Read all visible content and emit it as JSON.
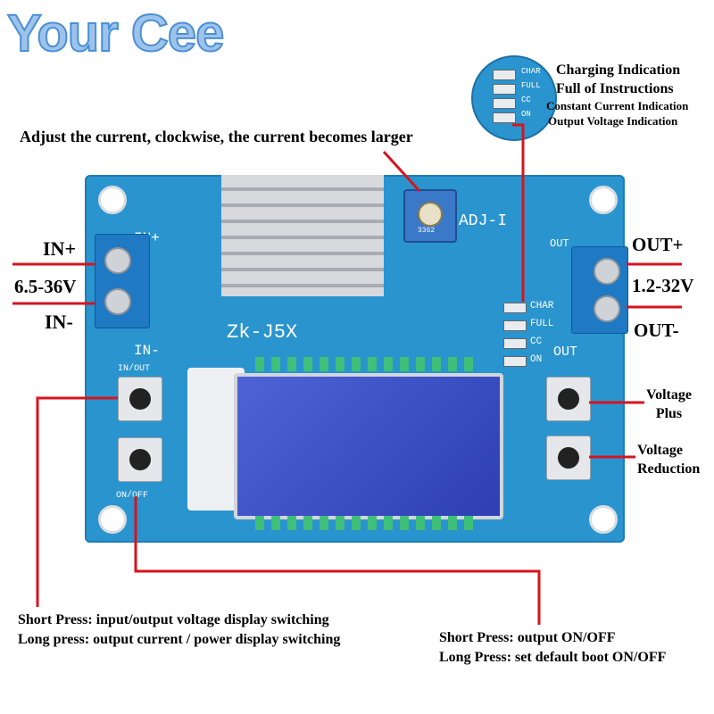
{
  "brand": {
    "logo": "Your Cee"
  },
  "top_labels": {
    "adjust_current": "Adjust the current, clockwise, the current becomes larger",
    "charging_indication": "Charging Indication",
    "full_of_instructions": "Full of Instructions",
    "constant_current_indication": "Constant Current Indication",
    "output_voltage_indication": "Output Voltage Indication"
  },
  "left_labels": {
    "in_plus": "IN+",
    "in_range": "6.5-36V",
    "in_minus": "IN-"
  },
  "right_labels": {
    "out_plus": "OUT+",
    "out_range": "1.2-32V",
    "out_minus": "OUT-",
    "voltage_plus": "Voltage\nPlus",
    "voltage_reduction": "Voltage\nReduction"
  },
  "board_silkscreen": {
    "in_plus": "IN+",
    "in_minus": "IN-",
    "model": "Zk-J5X",
    "adj": "ADJ-I",
    "out": "OUT",
    "out2": "OUT",
    "in_out": "IN/OUT",
    "on_off": "ON/OFF",
    "pot_code": "3362",
    "leds": [
      "CHAR",
      "FULL",
      "CC",
      "ON"
    ],
    "zoom_leds": [
      "CHAR",
      "FULL",
      "CC",
      "ON"
    ]
  },
  "bottom_labels": {
    "left_line1": "Short Press: input/output voltage display switching",
    "left_line2": "Long press: output current / power display switching",
    "right_line1": "Short Press: output ON/OFF",
    "right_line2": "Long Press: set default boot ON/OFF"
  },
  "colors": {
    "board": "#2a94cf",
    "callout_line": "#d6141e",
    "logo": "#4a8fd8"
  }
}
